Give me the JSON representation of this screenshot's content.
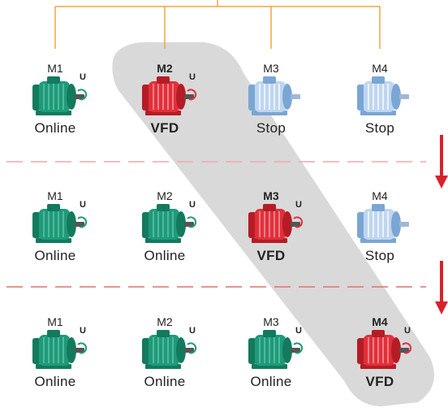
{
  "colors": {
    "online": "#1f9a7a",
    "online_dark": "#137a5e",
    "vfd": "#e1303a",
    "vfd_dark": "#b51c26",
    "stop": "#bfd6f0",
    "stop_dark": "#7aa6d4",
    "feed_line": "#f0a640",
    "divider": "#f1a9a9",
    "arrow": "#d8222b",
    "highlight": "#d9d9d9"
  },
  "rows": [
    {
      "motors": [
        {
          "id": "M1",
          "status": "Online",
          "state": "online"
        },
        {
          "id": "M2",
          "status": "VFD",
          "state": "vfd"
        },
        {
          "id": "M3",
          "status": "Stop",
          "state": "stop"
        },
        {
          "id": "M4",
          "status": "Stop",
          "state": "stop"
        }
      ]
    },
    {
      "motors": [
        {
          "id": "M1",
          "status": "Online",
          "state": "online"
        },
        {
          "id": "M2",
          "status": "Online",
          "state": "online"
        },
        {
          "id": "M3",
          "status": "VFD",
          "state": "vfd"
        },
        {
          "id": "M4",
          "status": "Stop",
          "state": "stop"
        }
      ]
    },
    {
      "motors": [
        {
          "id": "M1",
          "status": "Online",
          "state": "online"
        },
        {
          "id": "M2",
          "status": "Online",
          "state": "online"
        },
        {
          "id": "M3",
          "status": "Online",
          "state": "online"
        },
        {
          "id": "M4",
          "status": "VFD",
          "state": "vfd"
        }
      ]
    }
  ],
  "voltage_glyph": "U"
}
